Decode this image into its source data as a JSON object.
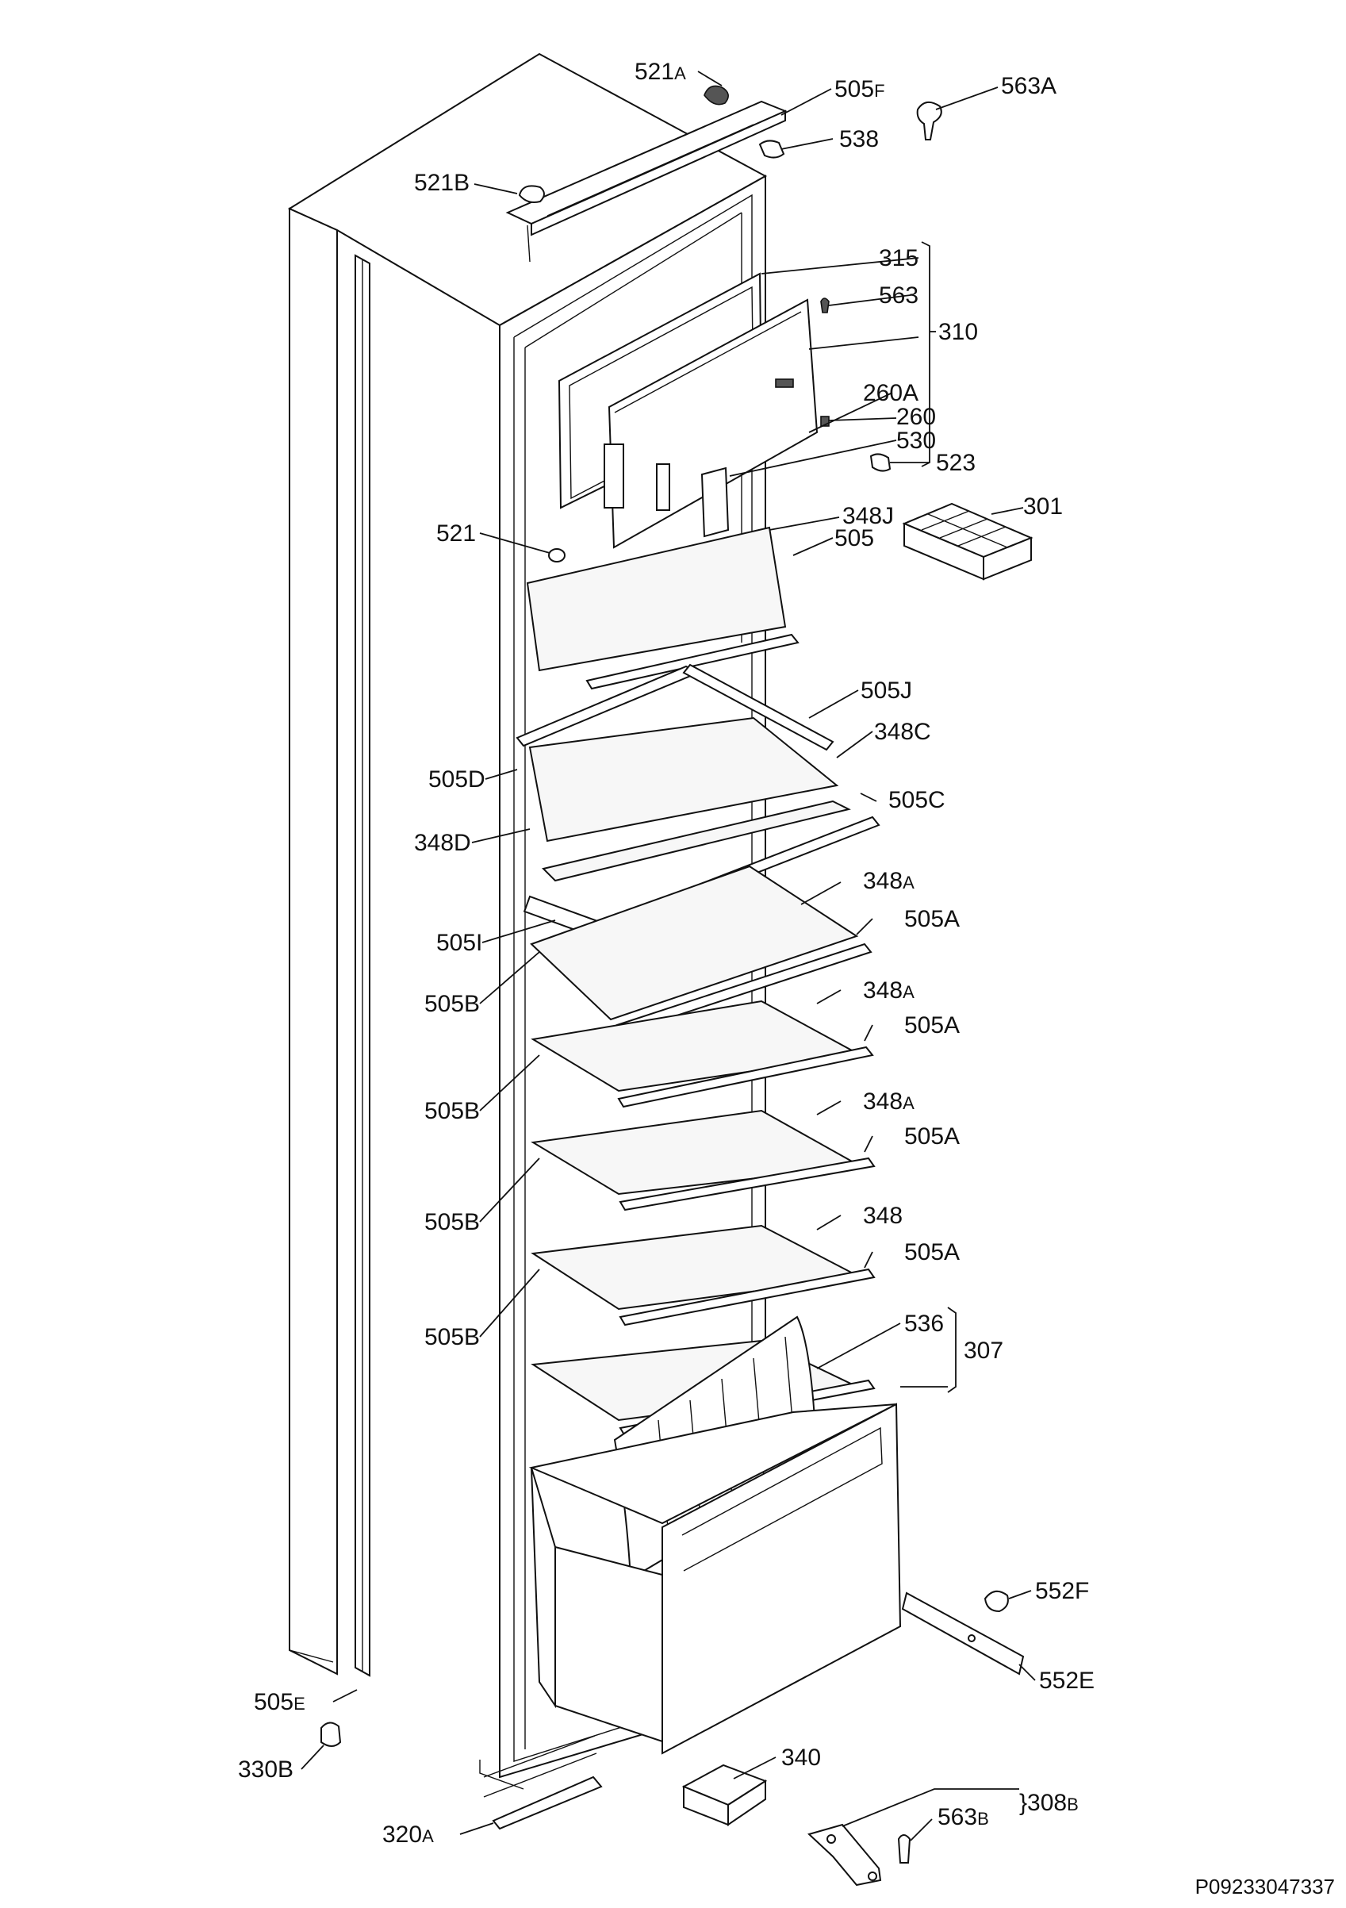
{
  "labels": [
    {
      "id": "521A",
      "main": "521",
      "sub": "A"
    },
    {
      "id": "505F",
      "main": "505",
      "sub": "F"
    },
    {
      "id": "563A",
      "main": "563A",
      "sub": ""
    },
    {
      "id": "538",
      "main": "538",
      "sub": ""
    },
    {
      "id": "521B",
      "main": "521",
      "sub": "B"
    },
    {
      "id": "315",
      "main": "315",
      "sub": ""
    },
    {
      "id": "563",
      "main": "563",
      "sub": ""
    },
    {
      "id": "310",
      "main": "310",
      "sub": ""
    },
    {
      "id": "260A",
      "main": "260A",
      "sub": ""
    },
    {
      "id": "260",
      "main": "260",
      "sub": ""
    },
    {
      "id": "530",
      "main": "530",
      "sub": ""
    },
    {
      "id": "523",
      "main": "523",
      "sub": ""
    },
    {
      "id": "301",
      "main": "301",
      "sub": ""
    },
    {
      "id": "521",
      "main": "521",
      "sub": ""
    },
    {
      "id": "348J",
      "main": "348J",
      "sub": ""
    },
    {
      "id": "505",
      "main": "505",
      "sub": ""
    },
    {
      "id": "505J",
      "main": "505J",
      "sub": ""
    },
    {
      "id": "348C",
      "main": "348C",
      "sub": ""
    },
    {
      "id": "505D",
      "main": "505D",
      "sub": ""
    },
    {
      "id": "505C",
      "main": "505C",
      "sub": ""
    },
    {
      "id": "348D",
      "main": "348D",
      "sub": ""
    },
    {
      "id": "348A-1",
      "main": "348",
      "sub": "A"
    },
    {
      "id": "505A-1",
      "main": "505A",
      "sub": ""
    },
    {
      "id": "505I",
      "main": "505I",
      "sub": ""
    },
    {
      "id": "505B-1",
      "main": "505B",
      "sub": ""
    },
    {
      "id": "348A-2",
      "main": "348",
      "sub": "A"
    },
    {
      "id": "505A-2",
      "main": "505A",
      "sub": ""
    },
    {
      "id": "505B-2",
      "main": "505B",
      "sub": ""
    },
    {
      "id": "348A-3",
      "main": "348",
      "sub": "A"
    },
    {
      "id": "505A-3",
      "main": "505A",
      "sub": ""
    },
    {
      "id": "505B-3",
      "main": "505B",
      "sub": ""
    },
    {
      "id": "348",
      "main": "348",
      "sub": ""
    },
    {
      "id": "505A-4",
      "main": "505A",
      "sub": ""
    },
    {
      "id": "505B-4",
      "main": "505B",
      "sub": ""
    },
    {
      "id": "536",
      "main": "536",
      "sub": ""
    },
    {
      "id": "307",
      "main": "307",
      "sub": ""
    },
    {
      "id": "552F",
      "main": "552F",
      "sub": ""
    },
    {
      "id": "552E",
      "main": "552E",
      "sub": ""
    },
    {
      "id": "505E",
      "main": "505",
      "sub": "E"
    },
    {
      "id": "330B",
      "main": "330B",
      "sub": ""
    },
    {
      "id": "340",
      "main": "340",
      "sub": ""
    },
    {
      "id": "563B",
      "main": "563",
      "sub": "B"
    },
    {
      "id": "308B",
      "main": "308",
      "sub": "B"
    },
    {
      "id": "320A",
      "main": "320",
      "sub": "A"
    }
  ],
  "document_ref": "P09233047337"
}
